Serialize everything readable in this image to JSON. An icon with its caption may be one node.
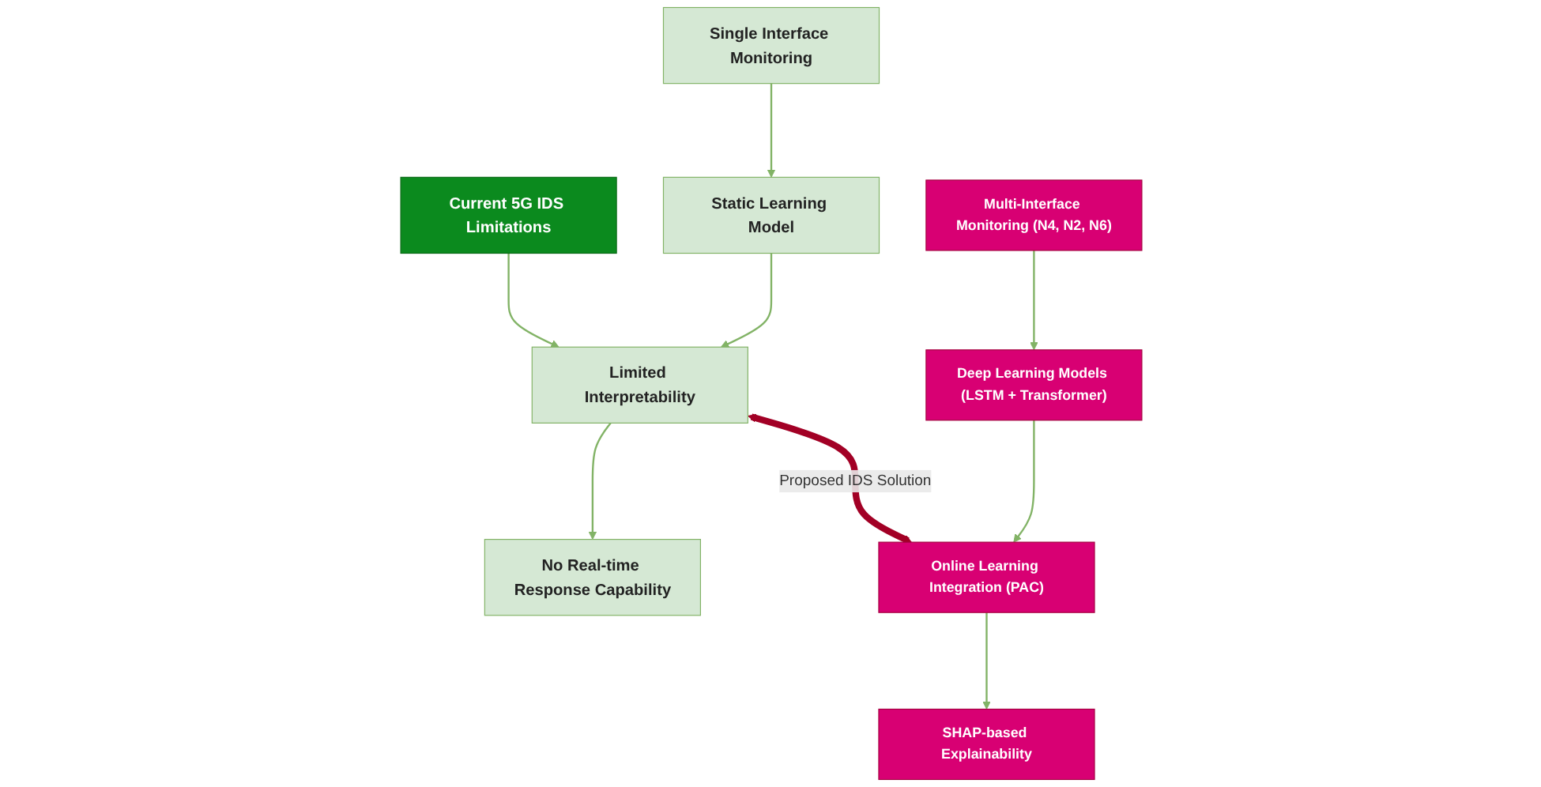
{
  "diagram": {
    "nodes": [
      {
        "text": [
          "Current 5G IDS Limitations"
        ]
      },
      {
        "text": [
          "Single Interface Monitoring"
        ]
      },
      {
        "text": [
          "Static Learning Model"
        ]
      },
      {
        "text": [
          "Limited Interpretability"
        ]
      },
      {
        "text": [
          "No Real-time Response Capability"
        ]
      },
      {
        "text": [
          "Multi-Interface Monitoring (N4, N2, N6)"
        ]
      },
      {
        "text": [
          "Deep Learning Models (LSTM + Transformer)"
        ]
      },
      {
        "text": [
          "Online Learning Integration (PAC)"
        ]
      },
      {
        "text": [
          "SHAP-based Explainability"
        ]
      }
    ],
    "edges": [
      {
        "from": 0,
        "to": 3,
        "arrow": "to"
      },
      {
        "from": 1,
        "to": 2,
        "arrow": "to"
      },
      {
        "from": 2,
        "to": 3,
        "arrow": "to"
      },
      {
        "from": 3,
        "to": 4,
        "arrow": "to"
      },
      {
        "from": 3,
        "to": 7,
        "arrow": "both",
        "label": "Proposed IDS Solution",
        "style": "thick",
        "color": "#a20025"
      },
      {
        "from": 5,
        "to": 6,
        "arrow": "to"
      },
      {
        "from": 6,
        "to": 7,
        "arrow": "to"
      },
      {
        "from": 7,
        "to": 8,
        "arrow": "to"
      }
    ]
  }
}
